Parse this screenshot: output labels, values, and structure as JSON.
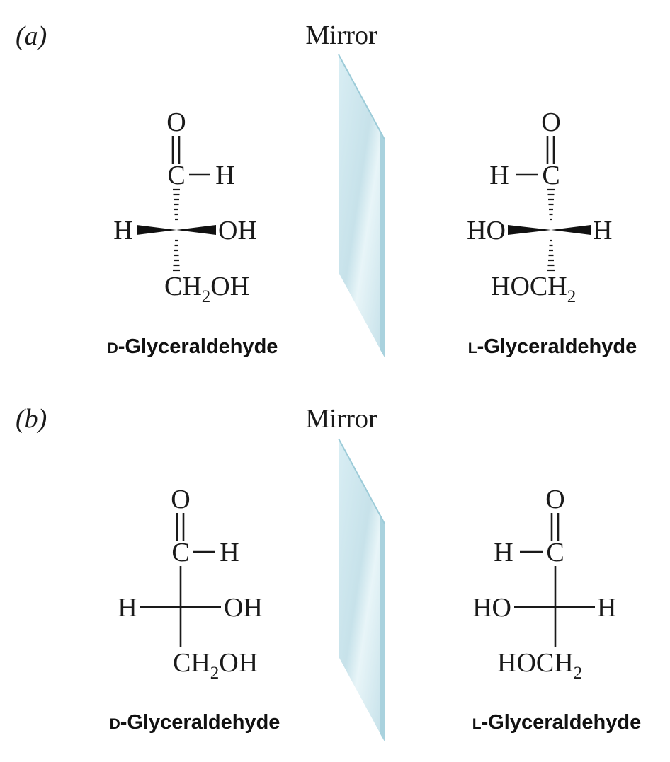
{
  "panels": [
    {
      "label": "(a)",
      "mirror_label": "Mirror",
      "left_molecule": {
        "top": "O",
        "carbon": "C",
        "aldehyde_h": "H",
        "left": "H",
        "right": "OH",
        "bottom_main": "CH",
        "bottom_sub": "2",
        "bottom_end": "OH",
        "name_prefix": "D",
        "name_rest": "-Glyceraldehyde"
      },
      "right_molecule": {
        "top": "O",
        "carbon": "C",
        "aldehyde_h": "H",
        "left": "HO",
        "right": "H",
        "bottom_main": "HOCH",
        "bottom_sub": "2",
        "name_prefix": "L",
        "name_rest": "-Glyceraldehyde"
      }
    },
    {
      "label": "(b)",
      "mirror_label": "Mirror",
      "left_molecule": {
        "top": "O",
        "carbon": "C",
        "aldehyde_h": "H",
        "left": "H",
        "right": "OH",
        "bottom_main": "CH",
        "bottom_sub": "2",
        "bottom_end": "OH",
        "name_prefix": "D",
        "name_rest": "-Glyceraldehyde"
      },
      "right_molecule": {
        "top": "O",
        "carbon": "C",
        "aldehyde_h": "H",
        "left": "HO",
        "right": "H",
        "bottom_main": "HOCH",
        "bottom_sub": "2",
        "name_prefix": "L",
        "name_rest": "-Glyceraldehyde"
      }
    }
  ],
  "colors": {
    "mirror_face": "#cfe6ee",
    "mirror_edge": "#9ccbd8",
    "ink": "#1a1a1a"
  }
}
